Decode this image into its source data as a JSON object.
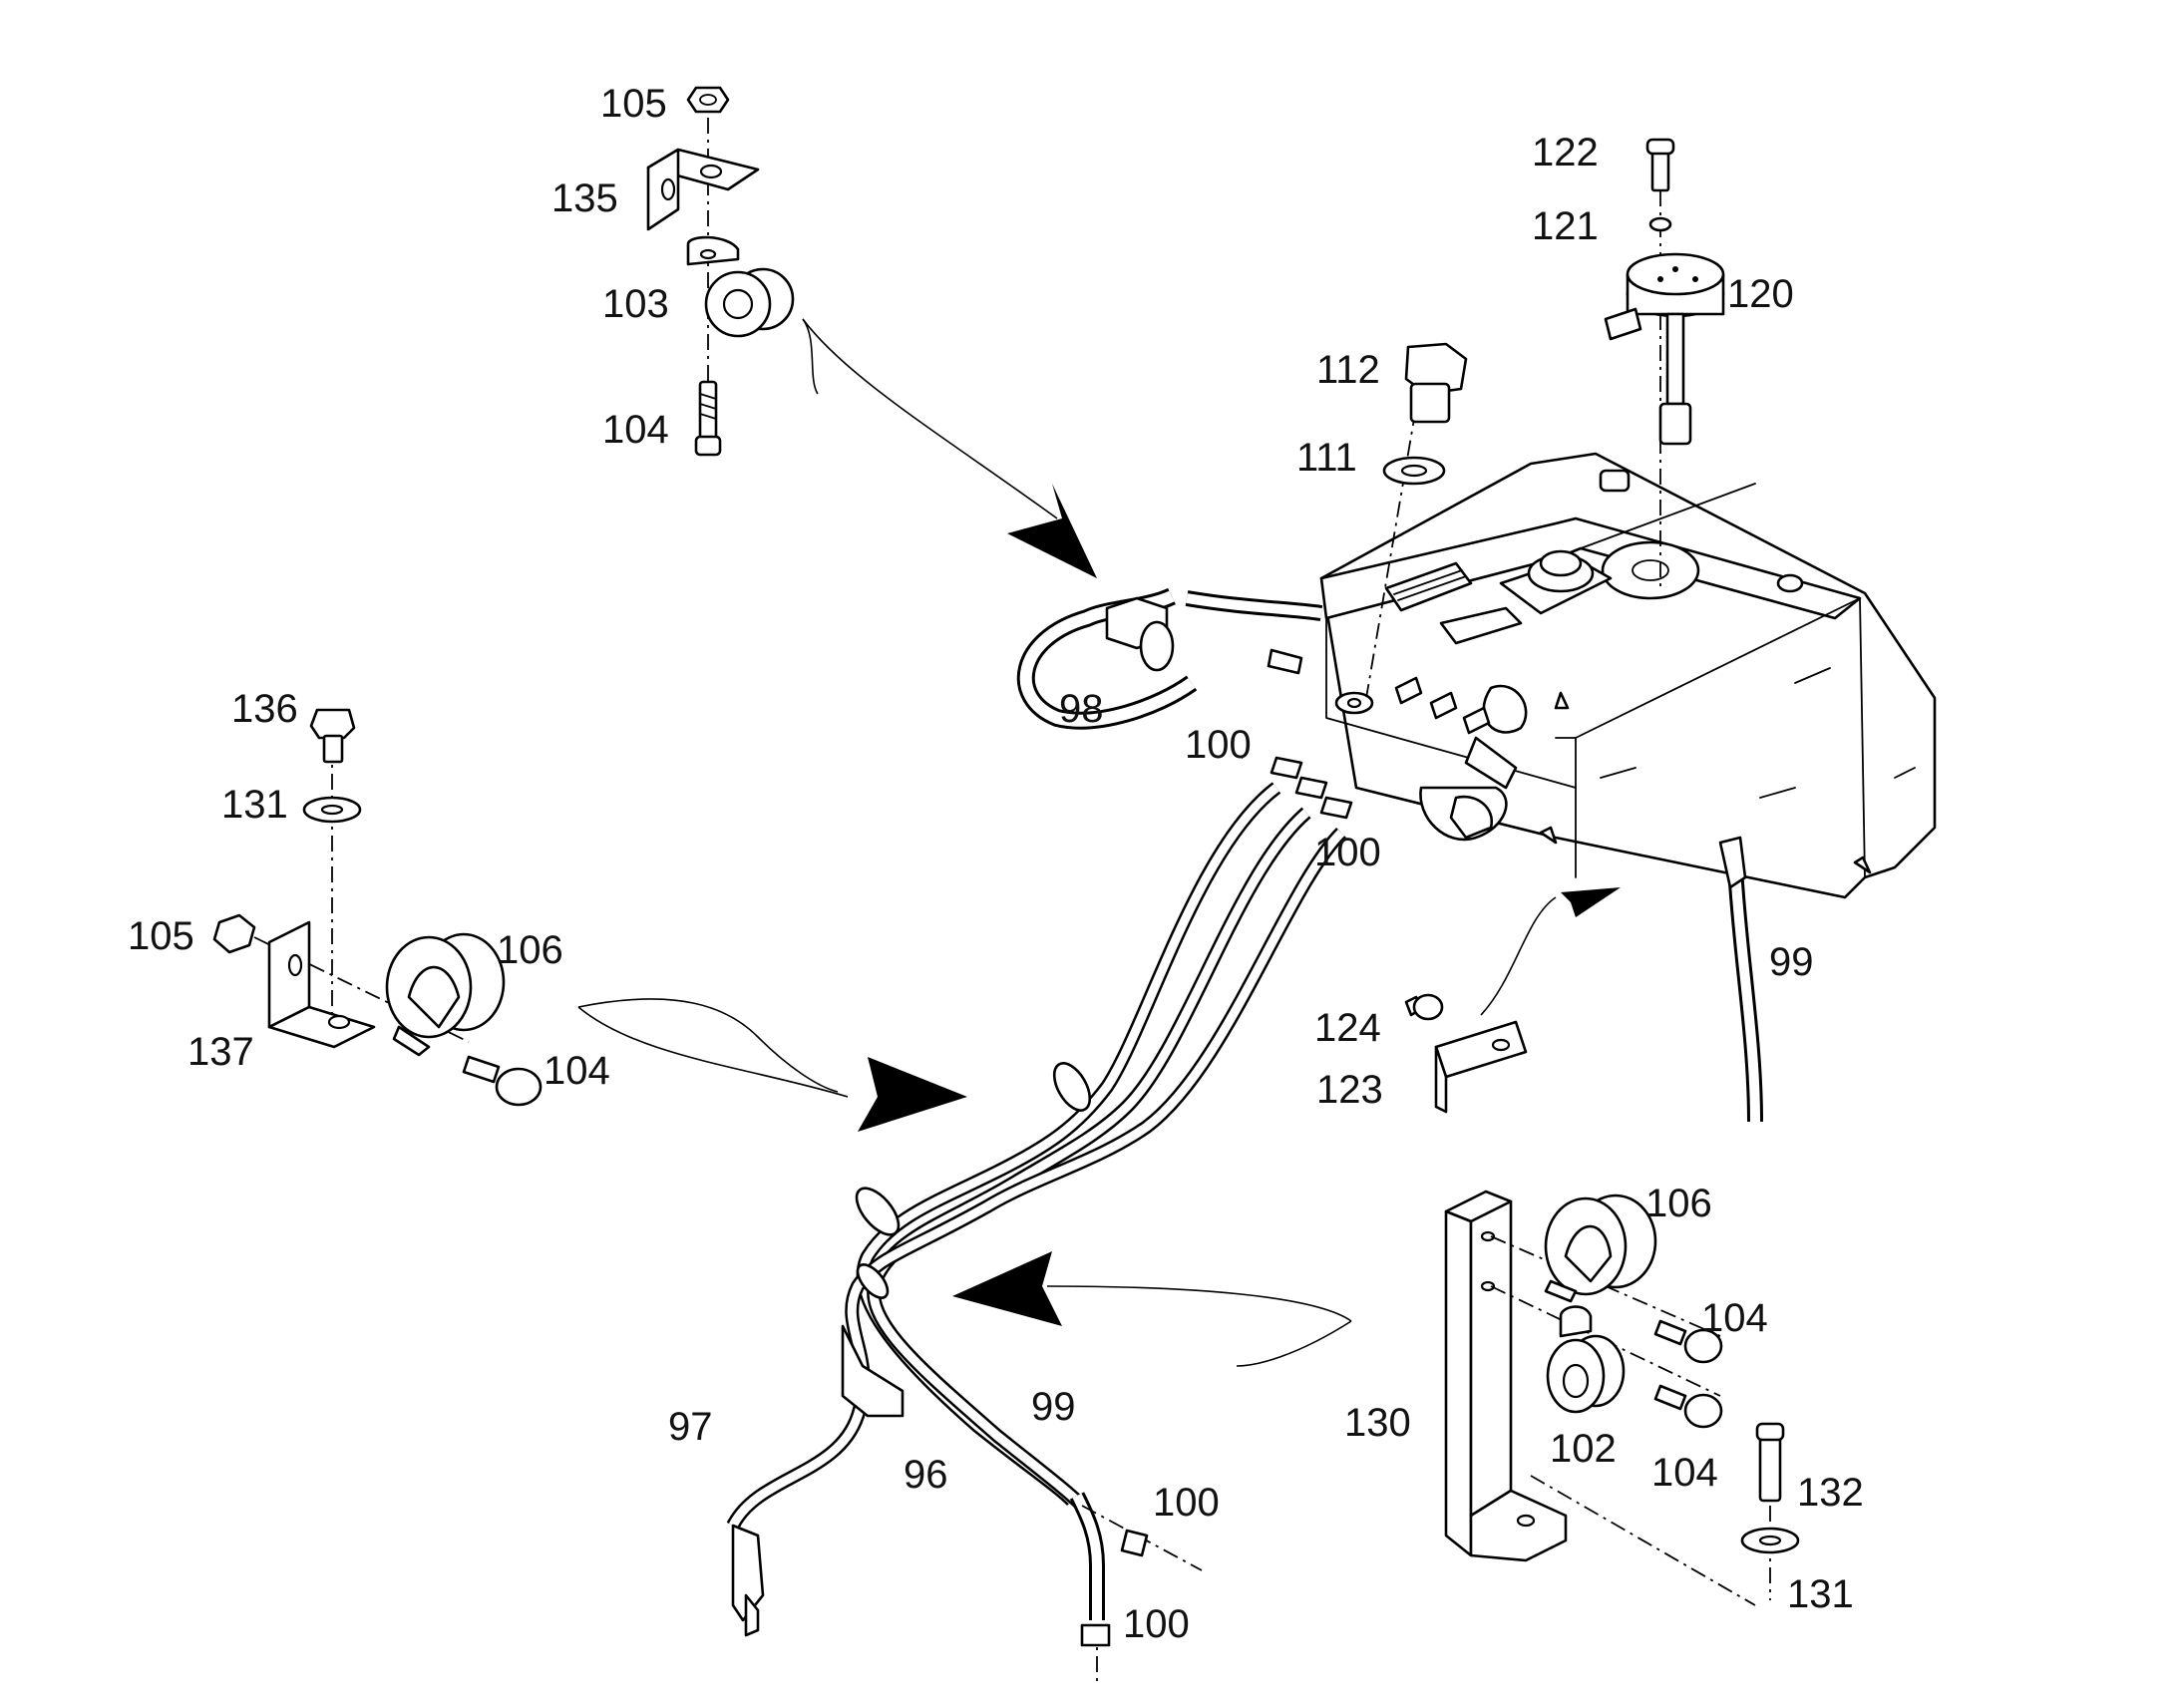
{
  "callouts": {
    "c96": "96",
    "c97": "97",
    "c98": "98",
    "c99_top": "99",
    "c99_bottom": "99",
    "c100_a": "100",
    "c100_b": "100",
    "c100_c": "100",
    "c100_d": "100",
    "c102": "102",
    "c103": "103",
    "c104_top": "104",
    "c104_left": "104",
    "c104_right_a": "104",
    "c104_right_b": "104",
    "c105_top": "105",
    "c105_left": "105",
    "c106_left": "106",
    "c106_right": "106",
    "c111": "111",
    "c112": "112",
    "c120": "120",
    "c121": "121",
    "c122": "122",
    "c123": "123",
    "c124": "124",
    "c130": "130",
    "c131_left": "131",
    "c131_right": "131",
    "c132": "132",
    "c135": "135",
    "c136": "136",
    "c137": "137"
  }
}
